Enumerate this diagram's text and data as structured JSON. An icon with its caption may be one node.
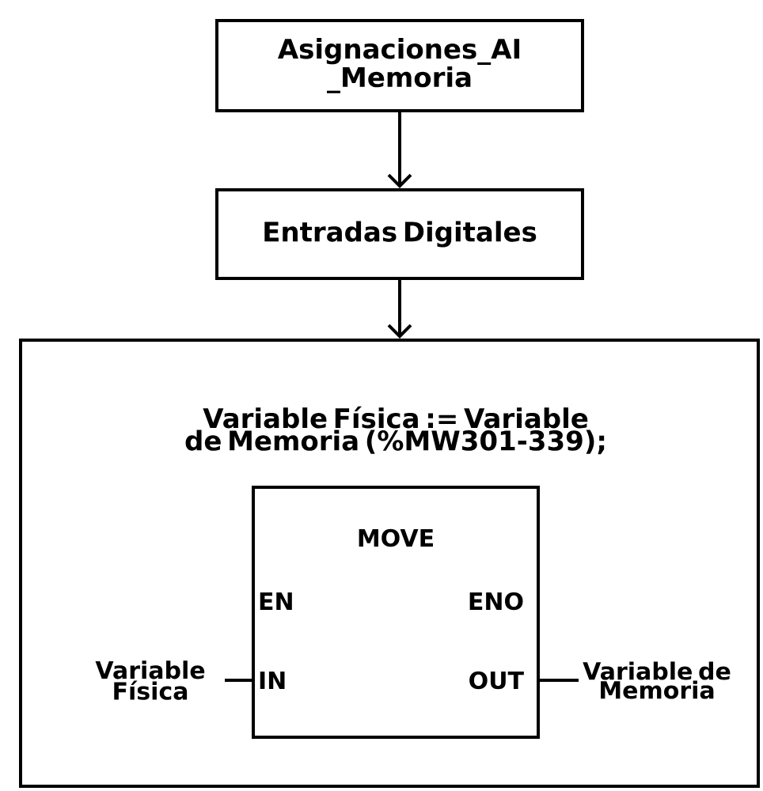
{
  "diagram": {
    "nodes": [
      {
        "text": [
          "Asignaciones_AI _Memoria"
        ]
      },
      {
        "text": [
          "Entradas Digitales"
        ]
      },
      {
        "text": [
          "Variable  Física := Variable de Memoria (%MW301-339);"
        ]
      },
      {
        "text": [
          "MOVE",
          "EN",
          "ENO",
          "IN",
          "OUT"
        ],
        "in": 2
      },
      {
        "text": [
          "Variable Física"
        ],
        "in": 2
      },
      {
        "text": [
          "Variable de Memoria"
        ],
        "in": 2
      }
    ],
    "edges": [
      {
        "from": 0,
        "to": 1,
        "arrow": "to"
      },
      {
        "from": 1,
        "to": 2,
        "arrow": "to"
      },
      {
        "from": 4,
        "to": 3,
        "arrow": "none"
      },
      {
        "from": 3,
        "to": 5,
        "arrow": "none"
      }
    ]
  }
}
